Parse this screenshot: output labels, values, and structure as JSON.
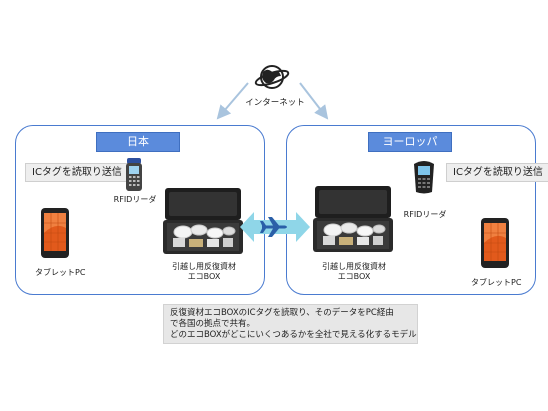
{
  "internet_label": "インターネット",
  "japan": {
    "title": "日本",
    "note": "ICタグを読取り送信",
    "reader_label": "RFIDリーダ",
    "tablet_label": "タブレットPC",
    "box_label_line1": "引越し用反復資材",
    "box_label_line2": "エコBOX"
  },
  "europe": {
    "title": "ヨーロッパ",
    "note": "ICタグを読取り送信",
    "reader_label": "RFIDリーダ",
    "tablet_label": "タブレットPC",
    "box_label_line1": "引越し用反復資材",
    "box_label_line2": "エコBOX"
  },
  "caption": {
    "line1": "反復資材エコBOXのICタグを読取り、そのデータをPC経由",
    "line2": "で各国の拠点で共有。",
    "line3": "どのエコBOXがどこにいくつあるかを全社で見える化するモデル"
  },
  "colors": {
    "region_border": "#4a7bd0",
    "title_fill": "#5b8bdc",
    "arrow_fill": "#8fd6e8",
    "plane": "#2a5fa8"
  }
}
